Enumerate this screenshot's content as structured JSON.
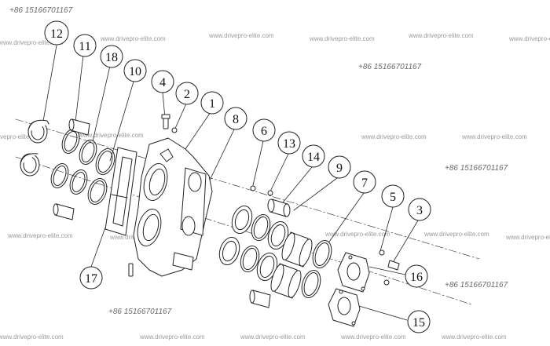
{
  "watermarks": {
    "phone": "+86 15166701167",
    "site": "www.drivepro-elite.com"
  },
  "callouts": [
    "12",
    "11",
    "18",
    "10",
    "4",
    "2",
    "1",
    "8",
    "6",
    "13",
    "14",
    "9",
    "7",
    "5",
    "3",
    "16",
    "17",
    "15"
  ]
}
